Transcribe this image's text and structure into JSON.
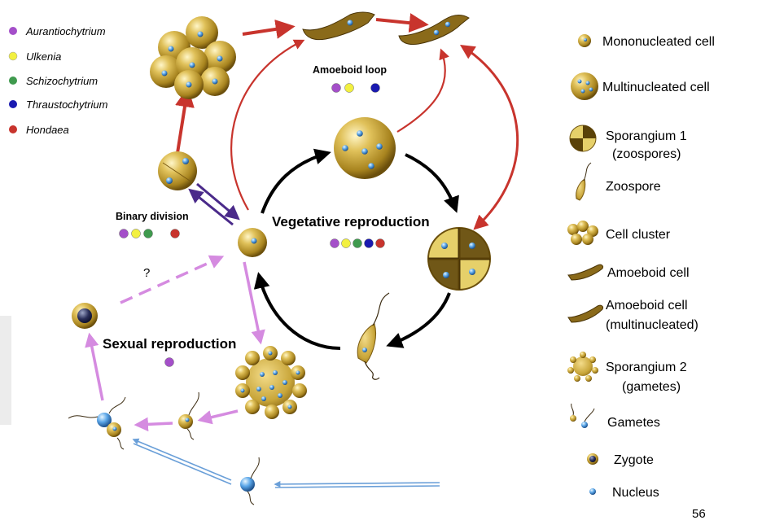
{
  "legend_left": {
    "items": [
      {
        "label": "Aurantiochytrium",
        "color": "#a44fc9"
      },
      {
        "label": "Ulkenia",
        "color": "#f2f040"
      },
      {
        "label": "Schizochytrium",
        "color": "#3f9a4e"
      },
      {
        "label": "Thraustochytrium",
        "color": "#1a1ab0"
      },
      {
        "label": "Hondaea",
        "color": "#c8342d"
      }
    ]
  },
  "labels": {
    "amoeboid_loop": "Amoeboid loop",
    "binary_division": "Binary division",
    "vegetative": "Vegetative reproduction",
    "sexual": "Sexual reproduction",
    "question": "?"
  },
  "legend_right": {
    "mononucleated": "Mononucleated cell",
    "multinucleated": "Multinucleated cell",
    "sporangium1_a": "Sporangium 1",
    "sporangium1_b": "(zoospores)",
    "zoospore": "Zoospore",
    "cell_cluster": "Cell cluster",
    "amoeboid": "Amoeboid cell",
    "amoeboid_multi_a": "Amoeboid cell",
    "amoeboid_multi_b": "(multinucleated)",
    "sporangium2_a": "Sporangium 2",
    "sporangium2_b": "(gametes)",
    "gametes": "Gametes",
    "zygote": "Zygote",
    "nucleus": "Nucleus"
  },
  "page_number": "56",
  "colors": {
    "red_arrow": "#c8342d",
    "black_arrow": "#000000",
    "purple_arrow": "#4a2a8a",
    "pink_arrow": "#d58be0",
    "blue_arrow": "#6a9fd8",
    "cell_gold": "#c9a63a",
    "nucleus_blue": "#5a9ad8"
  },
  "dot_groups": {
    "amoeboid_loop": [
      "#a44fc9",
      "#f2f040",
      "#1a1ab0"
    ],
    "binary_division": [
      "#a44fc9",
      "#f2f040",
      "#3f9a4e",
      "#c8342d"
    ],
    "vegetative": [
      "#a44fc9",
      "#f2f040",
      "#3f9a4e",
      "#1a1ab0",
      "#c8342d"
    ],
    "sexual": [
      "#a44fc9"
    ]
  }
}
